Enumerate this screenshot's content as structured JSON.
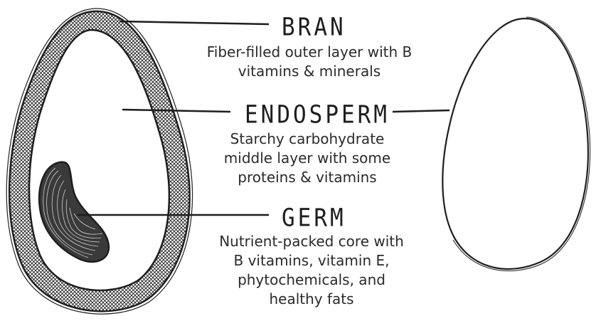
{
  "labels": {
    "bran": {
      "title": "BRAN",
      "description_lines": [
        "Fiber-filled outer layer with B",
        "vitamins & minerals"
      ]
    },
    "endosperm": {
      "title": "ENDOSPERM",
      "description_lines": [
        "Starchy carbohydrate",
        "middle layer with some",
        "proteins & vitamins"
      ]
    },
    "germ": {
      "title": "GERM",
      "description_lines": [
        "Nutrient-packed core with",
        "B vitamins, vitamin E,",
        "phytochemicals, and",
        "healthy fats"
      ]
    }
  },
  "colors": {
    "ink": "#1e1e1e",
    "background": "#ffffff"
  }
}
